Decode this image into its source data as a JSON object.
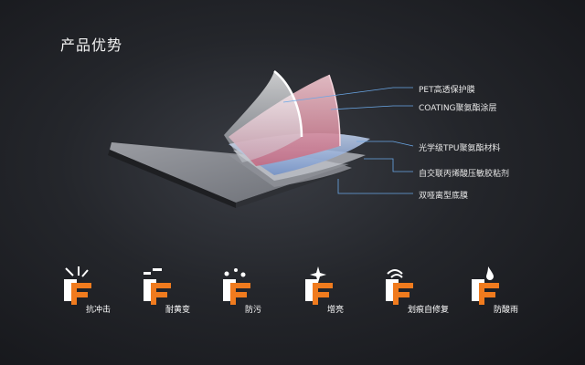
{
  "title": "产品优势",
  "layers": [
    {
      "label": "PET高透保护膜"
    },
    {
      "label": "COATING聚氨酯涂层"
    },
    {
      "label": "光学级TPU聚氨酯材料"
    },
    {
      "label": "自交联丙烯酸压敏胶粘剂"
    },
    {
      "label": "双哑离型底膜"
    }
  ],
  "features": [
    {
      "label": "抗冲击",
      "icon": "impact-icon"
    },
    {
      "label": "耐黄变",
      "icon": "anti-yellowing-icon"
    },
    {
      "label": "防污",
      "icon": "stain-resistant-icon"
    },
    {
      "label": "增亮",
      "icon": "brightening-icon"
    },
    {
      "label": "划痕自修复",
      "icon": "self-healing-icon"
    },
    {
      "label": "防酸雨",
      "icon": "acid-rain-resistant-icon"
    }
  ],
  "colors": {
    "accent_orange": "#f07b1e",
    "icon_white": "#ffffff",
    "leader_blue": "#6aa7e6"
  }
}
